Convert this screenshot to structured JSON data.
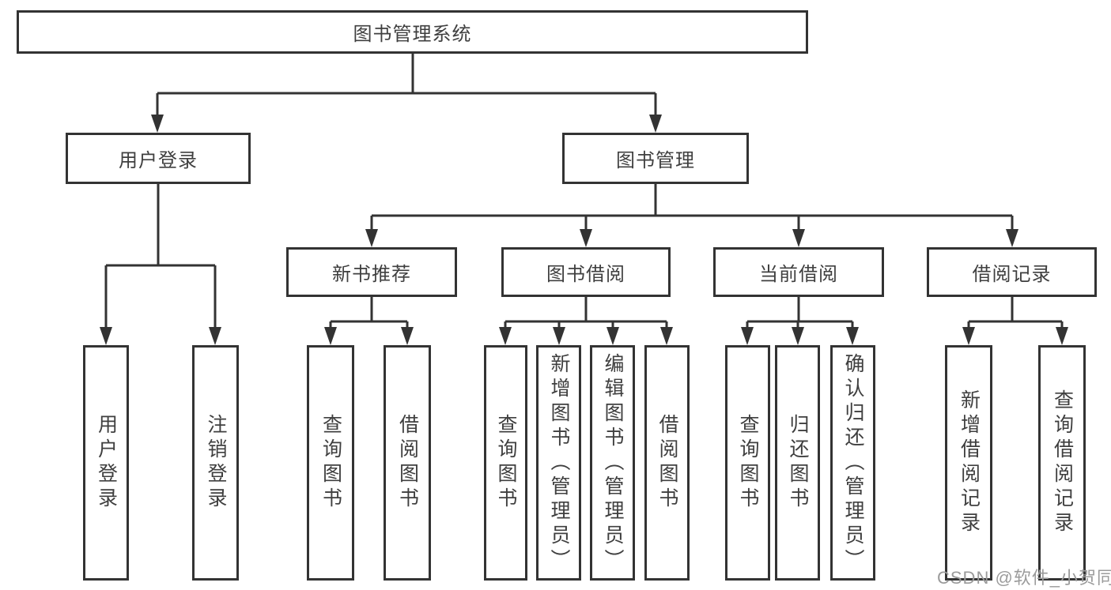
{
  "diagram_title": "图书管理系统",
  "tree": {
    "root": {
      "label": "图书管理系统",
      "children": [
        {
          "label": "用户登录",
          "children": [
            {
              "label": "用户登录"
            },
            {
              "label": "注销登录"
            }
          ]
        },
        {
          "label": "图书管理",
          "children": [
            {
              "label": "新书推荐",
              "children": [
                {
                  "label": "查询图书"
                },
                {
                  "label": "借阅图书"
                }
              ]
            },
            {
              "label": "图书借阅",
              "children": [
                {
                  "label": "查询图书"
                },
                {
                  "label": "新增图书（管理员）"
                },
                {
                  "label": "编辑图书（管理员）"
                },
                {
                  "label": "借阅图书"
                }
              ]
            },
            {
              "label": "当前借阅",
              "children": [
                {
                  "label": "查询图书"
                },
                {
                  "label": "归还图书"
                },
                {
                  "label": "确认归还（管理员）"
                }
              ]
            },
            {
              "label": "借阅记录",
              "children": [
                {
                  "label": "新增借阅记录"
                },
                {
                  "label": "查询借阅记录"
                }
              ]
            }
          ]
        }
      ]
    }
  },
  "watermark": "CSDN @软件_小贺同学",
  "colors": {
    "line": "#333333",
    "text": "#3f3f3f",
    "background": "#ffffff",
    "watermark": "#9b9b9b"
  }
}
